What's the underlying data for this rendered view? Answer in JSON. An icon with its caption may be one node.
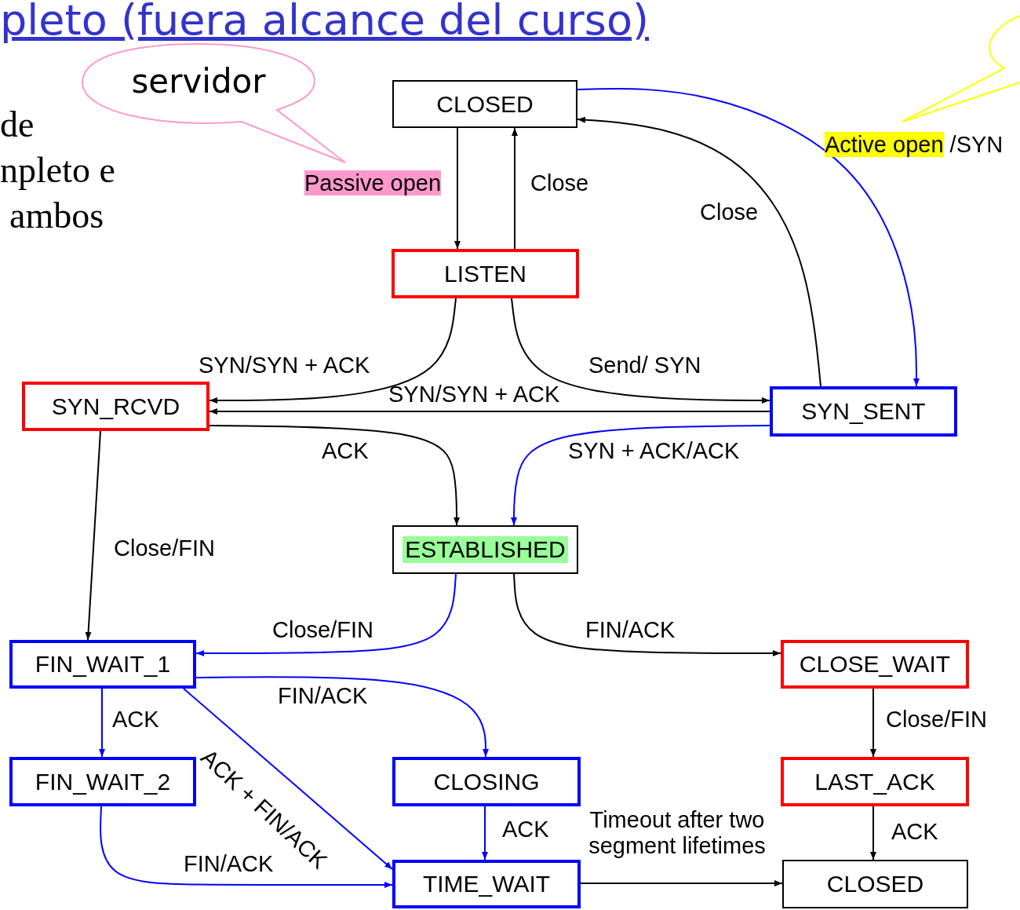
{
  "diagram": {
    "title": "pleto (fuera alcance del curso)",
    "nodes": [
      {
        "text": [
          "CLOSED"
        ]
      },
      {
        "text": [
          "LISTEN"
        ]
      },
      {
        "text": [
          "SYN_RCVD"
        ]
      },
      {
        "text": [
          "SYN_SENT"
        ]
      },
      {
        "text": [
          "ESTABLISHED"
        ]
      },
      {
        "text": [
          "FIN_WAIT_1"
        ]
      },
      {
        "text": [
          "CLOSE_WAIT"
        ]
      },
      {
        "text": [
          "FIN_WAIT_2"
        ]
      },
      {
        "text": [
          "CLOSING"
        ]
      },
      {
        "text": [
          "LAST_ACK"
        ]
      },
      {
        "text": [
          "TIME_WAIT"
        ]
      },
      {
        "text": [
          "CLOSED"
        ]
      },
      {
        "text": [
          "servidor"
        ]
      }
    ],
    "edges": [
      {
        "from": 0,
        "to": 1,
        "arrow": "to",
        "label": "Passive open"
      },
      {
        "from": 1,
        "to": 0,
        "arrow": "to",
        "label": "Close"
      },
      {
        "from": 3,
        "to": 0,
        "arrow": "to",
        "label": "Close"
      },
      {
        "from": 0,
        "to": 3,
        "arrow": "to",
        "label": "Active open /SYN",
        "color": "#0000ff"
      },
      {
        "from": 1,
        "to": 2,
        "arrow": "to",
        "label": "SYN/SYN + ACK"
      },
      {
        "from": 1,
        "to": 3,
        "arrow": "to",
        "label": "Send/ SYN"
      },
      {
        "from": 3,
        "to": 2,
        "arrow": "to",
        "label": "SYN/SYN + ACK"
      },
      {
        "from": 2,
        "to": 4,
        "arrow": "to",
        "label": "ACK"
      },
      {
        "from": 3,
        "to": 4,
        "arrow": "to",
        "label": "SYN + ACK/ACK",
        "color": "#0000ff"
      },
      {
        "from": 2,
        "to": 5,
        "arrow": "to",
        "label": "Close/FIN"
      },
      {
        "from": 4,
        "to": 5,
        "arrow": "to",
        "label": "Close/FIN",
        "color": "#0000ff"
      },
      {
        "from": 4,
        "to": 6,
        "arrow": "to",
        "label": "FIN/ACK"
      },
      {
        "from": 5,
        "to": 7,
        "arrow": "to",
        "label": "ACK",
        "color": "#0000ff"
      },
      {
        "from": 5,
        "to": 8,
        "arrow": "to",
        "label": "FIN/ACK",
        "color": "#0000ff"
      },
      {
        "from": 5,
        "to": 10,
        "arrow": "to",
        "label": "ACK + FIN/ACK",
        "color": "#0000ff"
      },
      {
        "from": 8,
        "to": 10,
        "arrow": "to",
        "label": "ACK",
        "color": "#0000ff"
      },
      {
        "from": 7,
        "to": 10,
        "arrow": "to",
        "label": "FIN/ACK",
        "color": "#0000ff"
      },
      {
        "from": 10,
        "to": 11,
        "arrow": "to",
        "label": "Timeout after two segment lifetimes"
      },
      {
        "from": 6,
        "to": 9,
        "arrow": "to",
        "label": "Close/FIN"
      },
      {
        "from": 9,
        "to": 11,
        "arrow": "to",
        "label": "ACK"
      }
    ],
    "labels": [
      "de",
      "npleto e",
      "ambos"
    ]
  }
}
